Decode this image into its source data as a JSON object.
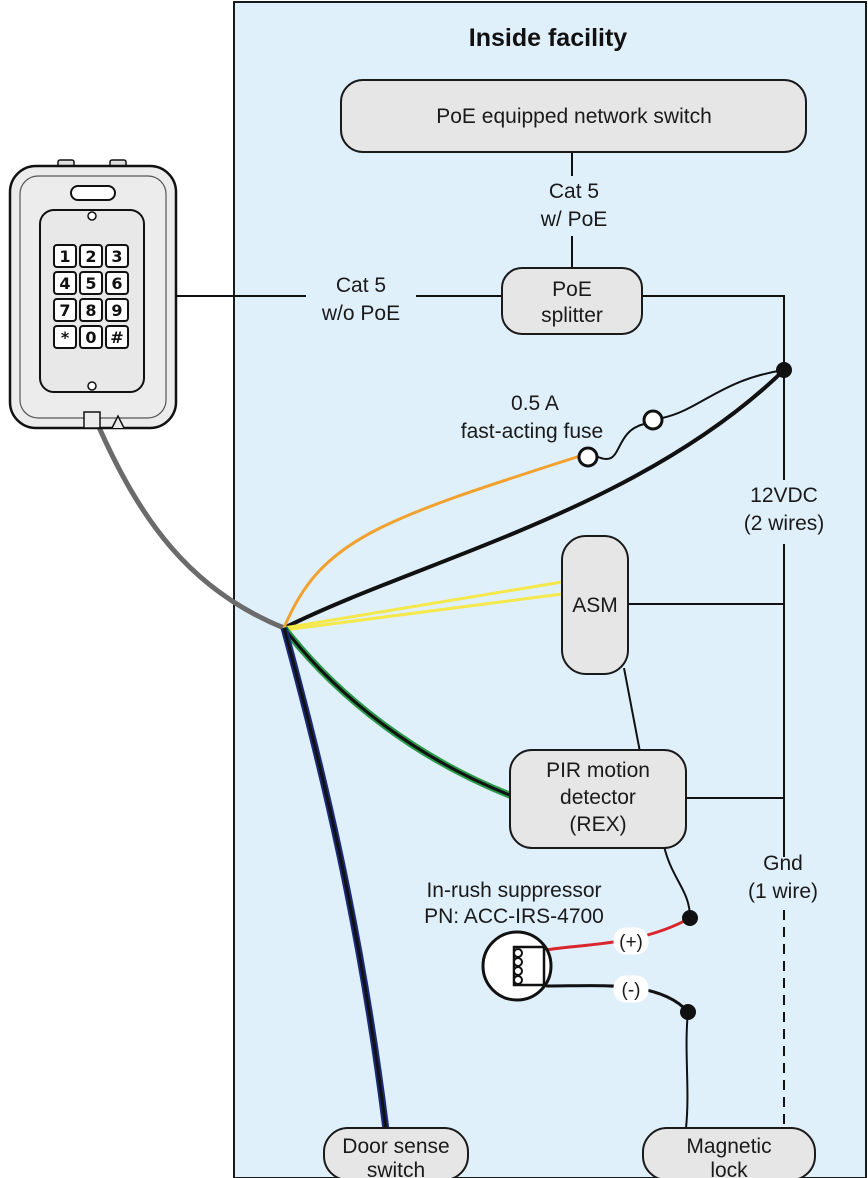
{
  "region": {
    "title": "Inside facility"
  },
  "nodes": {
    "switch": "PoE equipped network switch",
    "splitter": [
      "PoE",
      "splitter"
    ],
    "asm": "ASM",
    "pir": [
      "PIR motion",
      "detector",
      "(REX)"
    ],
    "door": [
      "Door sense",
      "switch"
    ],
    "maglock": [
      "Magnetic",
      "lock"
    ]
  },
  "labels": {
    "cat5_poe": [
      "Cat 5",
      "w/ PoE"
    ],
    "cat5_no_poe": [
      "Cat 5",
      "w/o PoE"
    ],
    "fuse": [
      "0.5 A",
      "fast-acting fuse"
    ],
    "vdc": [
      "12VDC",
      "(2 wires)"
    ],
    "gnd": [
      "Gnd",
      "(1 wire)"
    ],
    "suppressor": [
      "In-rush suppressor",
      "PN: ACC-IRS-4700"
    ],
    "plus": "(+)",
    "minus": "(-)"
  },
  "keypad": {
    "keys": [
      "1",
      "2",
      "3",
      "4",
      "5",
      "6",
      "7",
      "8",
      "9",
      "*",
      "0",
      "#"
    ]
  },
  "colors": {
    "region_fill": "#dff0fb",
    "wire_gray": "#6b6b6b",
    "wire_orange": "#f2a12e",
    "wire_yellow": "#f4e84a",
    "wire_green": "#2a9a4a",
    "wire_blue": "#1c2a7a",
    "wire_red": "#d9262e"
  }
}
